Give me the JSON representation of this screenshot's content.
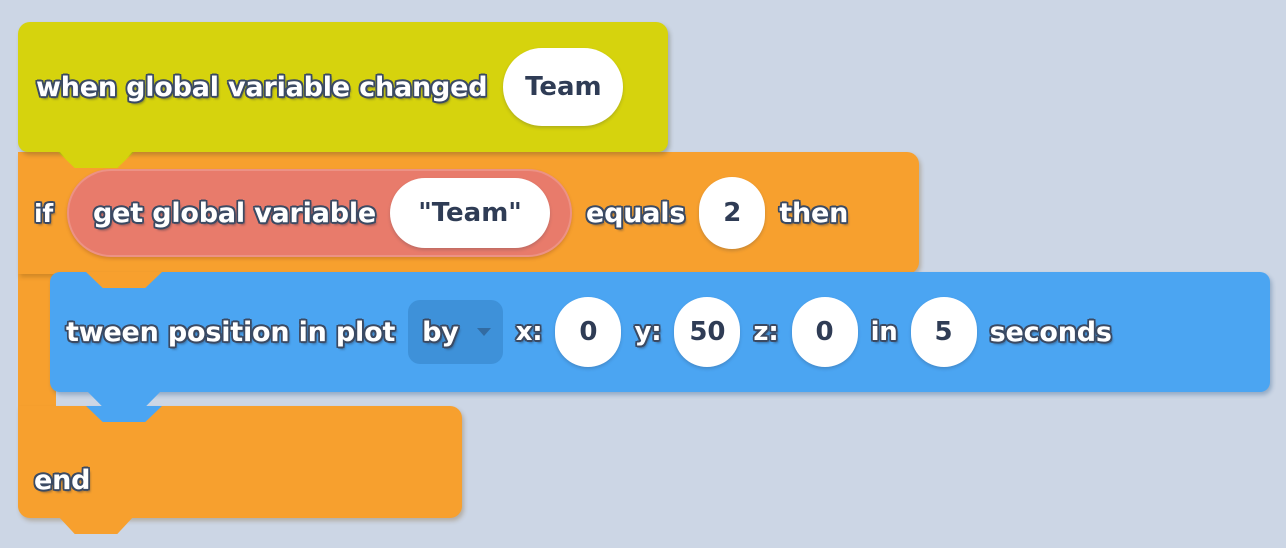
{
  "workspace": {
    "background_color": "#ccd6e5",
    "title": "block-script-workspace"
  },
  "blocks": {
    "hat": {
      "color": "#d6d30d",
      "label": "when global variable changed",
      "variable_field": "Team"
    },
    "if": {
      "color": "#f7a02e",
      "keyword_if": "if",
      "keyword_then": "then",
      "condition": {
        "color": "#e87b6b",
        "label": "get global variable",
        "variable_field": "\"Team\"",
        "operator": "equals",
        "value": "2"
      }
    },
    "tween": {
      "color": "#4ba5f2",
      "label": "tween position in plot",
      "mode_dropdown": "by",
      "x_label": "x:",
      "x_value": "0",
      "y_label": "y:",
      "y_value": "50",
      "z_label": "z:",
      "z_value": "0",
      "in_label": "in",
      "duration_value": "5",
      "duration_unit": "seconds"
    },
    "end": {
      "color": "#f7a02e",
      "label": "end"
    }
  }
}
